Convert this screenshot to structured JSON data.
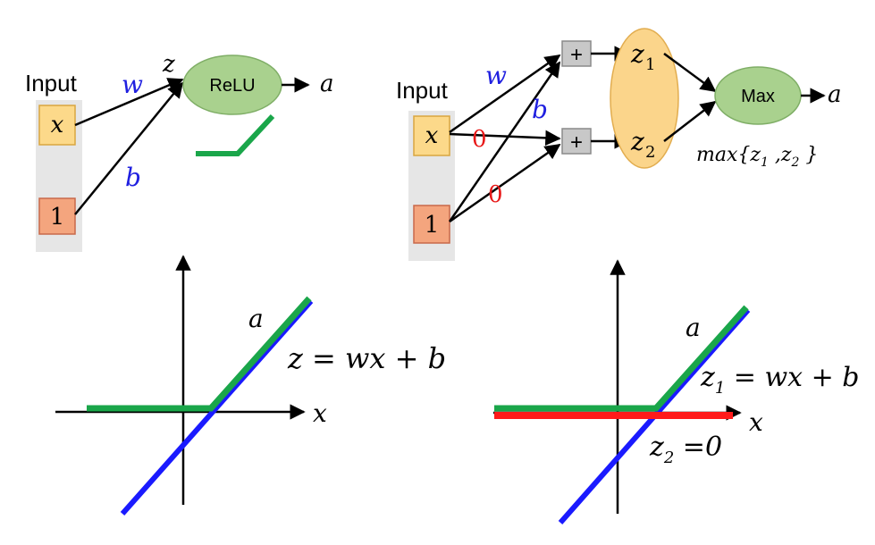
{
  "left_network": {
    "input_label": "Input",
    "x_label": "x",
    "one_label": "1",
    "w_label": "w",
    "b_label": "b",
    "z_label": "z",
    "relu_label": "ReLU",
    "a_label": "a"
  },
  "right_network": {
    "input_label": "Input",
    "x_label": "x",
    "one_label": "1",
    "w_label": "w",
    "b_label": "b",
    "zero_top": "0",
    "zero_bottom": "0",
    "plus_top": "+",
    "plus_bottom": "+",
    "z1_main": "z",
    "z1_sub": "1",
    "z2_main": "z",
    "z2_sub": "2",
    "max_label": "Max",
    "a_label": "a",
    "max_expr_main": "max{z",
    "max_expr_sub1": "1",
    "max_expr_mid": " ,z",
    "max_expr_sub2": "2",
    "max_expr_end": " }"
  },
  "left_plot": {
    "a_label": "a",
    "eq_label": "z = wx + b",
    "x_label": "x"
  },
  "right_plot": {
    "a_label": "a",
    "z1_main": "z",
    "z1_sub": "1",
    "z1_rest": " = wx + b",
    "z2_main": "z",
    "z2_sub": "2",
    "z2_rest": " =0",
    "x_label": "x"
  },
  "colors": {
    "green": "#1aa64a",
    "blue": "#1a1aff",
    "red": "#ff1a1a",
    "label_blue": "#2020e0",
    "label_red": "#e81818",
    "input_box": "#fcd98a",
    "one_box": "#f4a57e",
    "node_green": "#a9d18e",
    "ellipse": "#fbd58b"
  }
}
